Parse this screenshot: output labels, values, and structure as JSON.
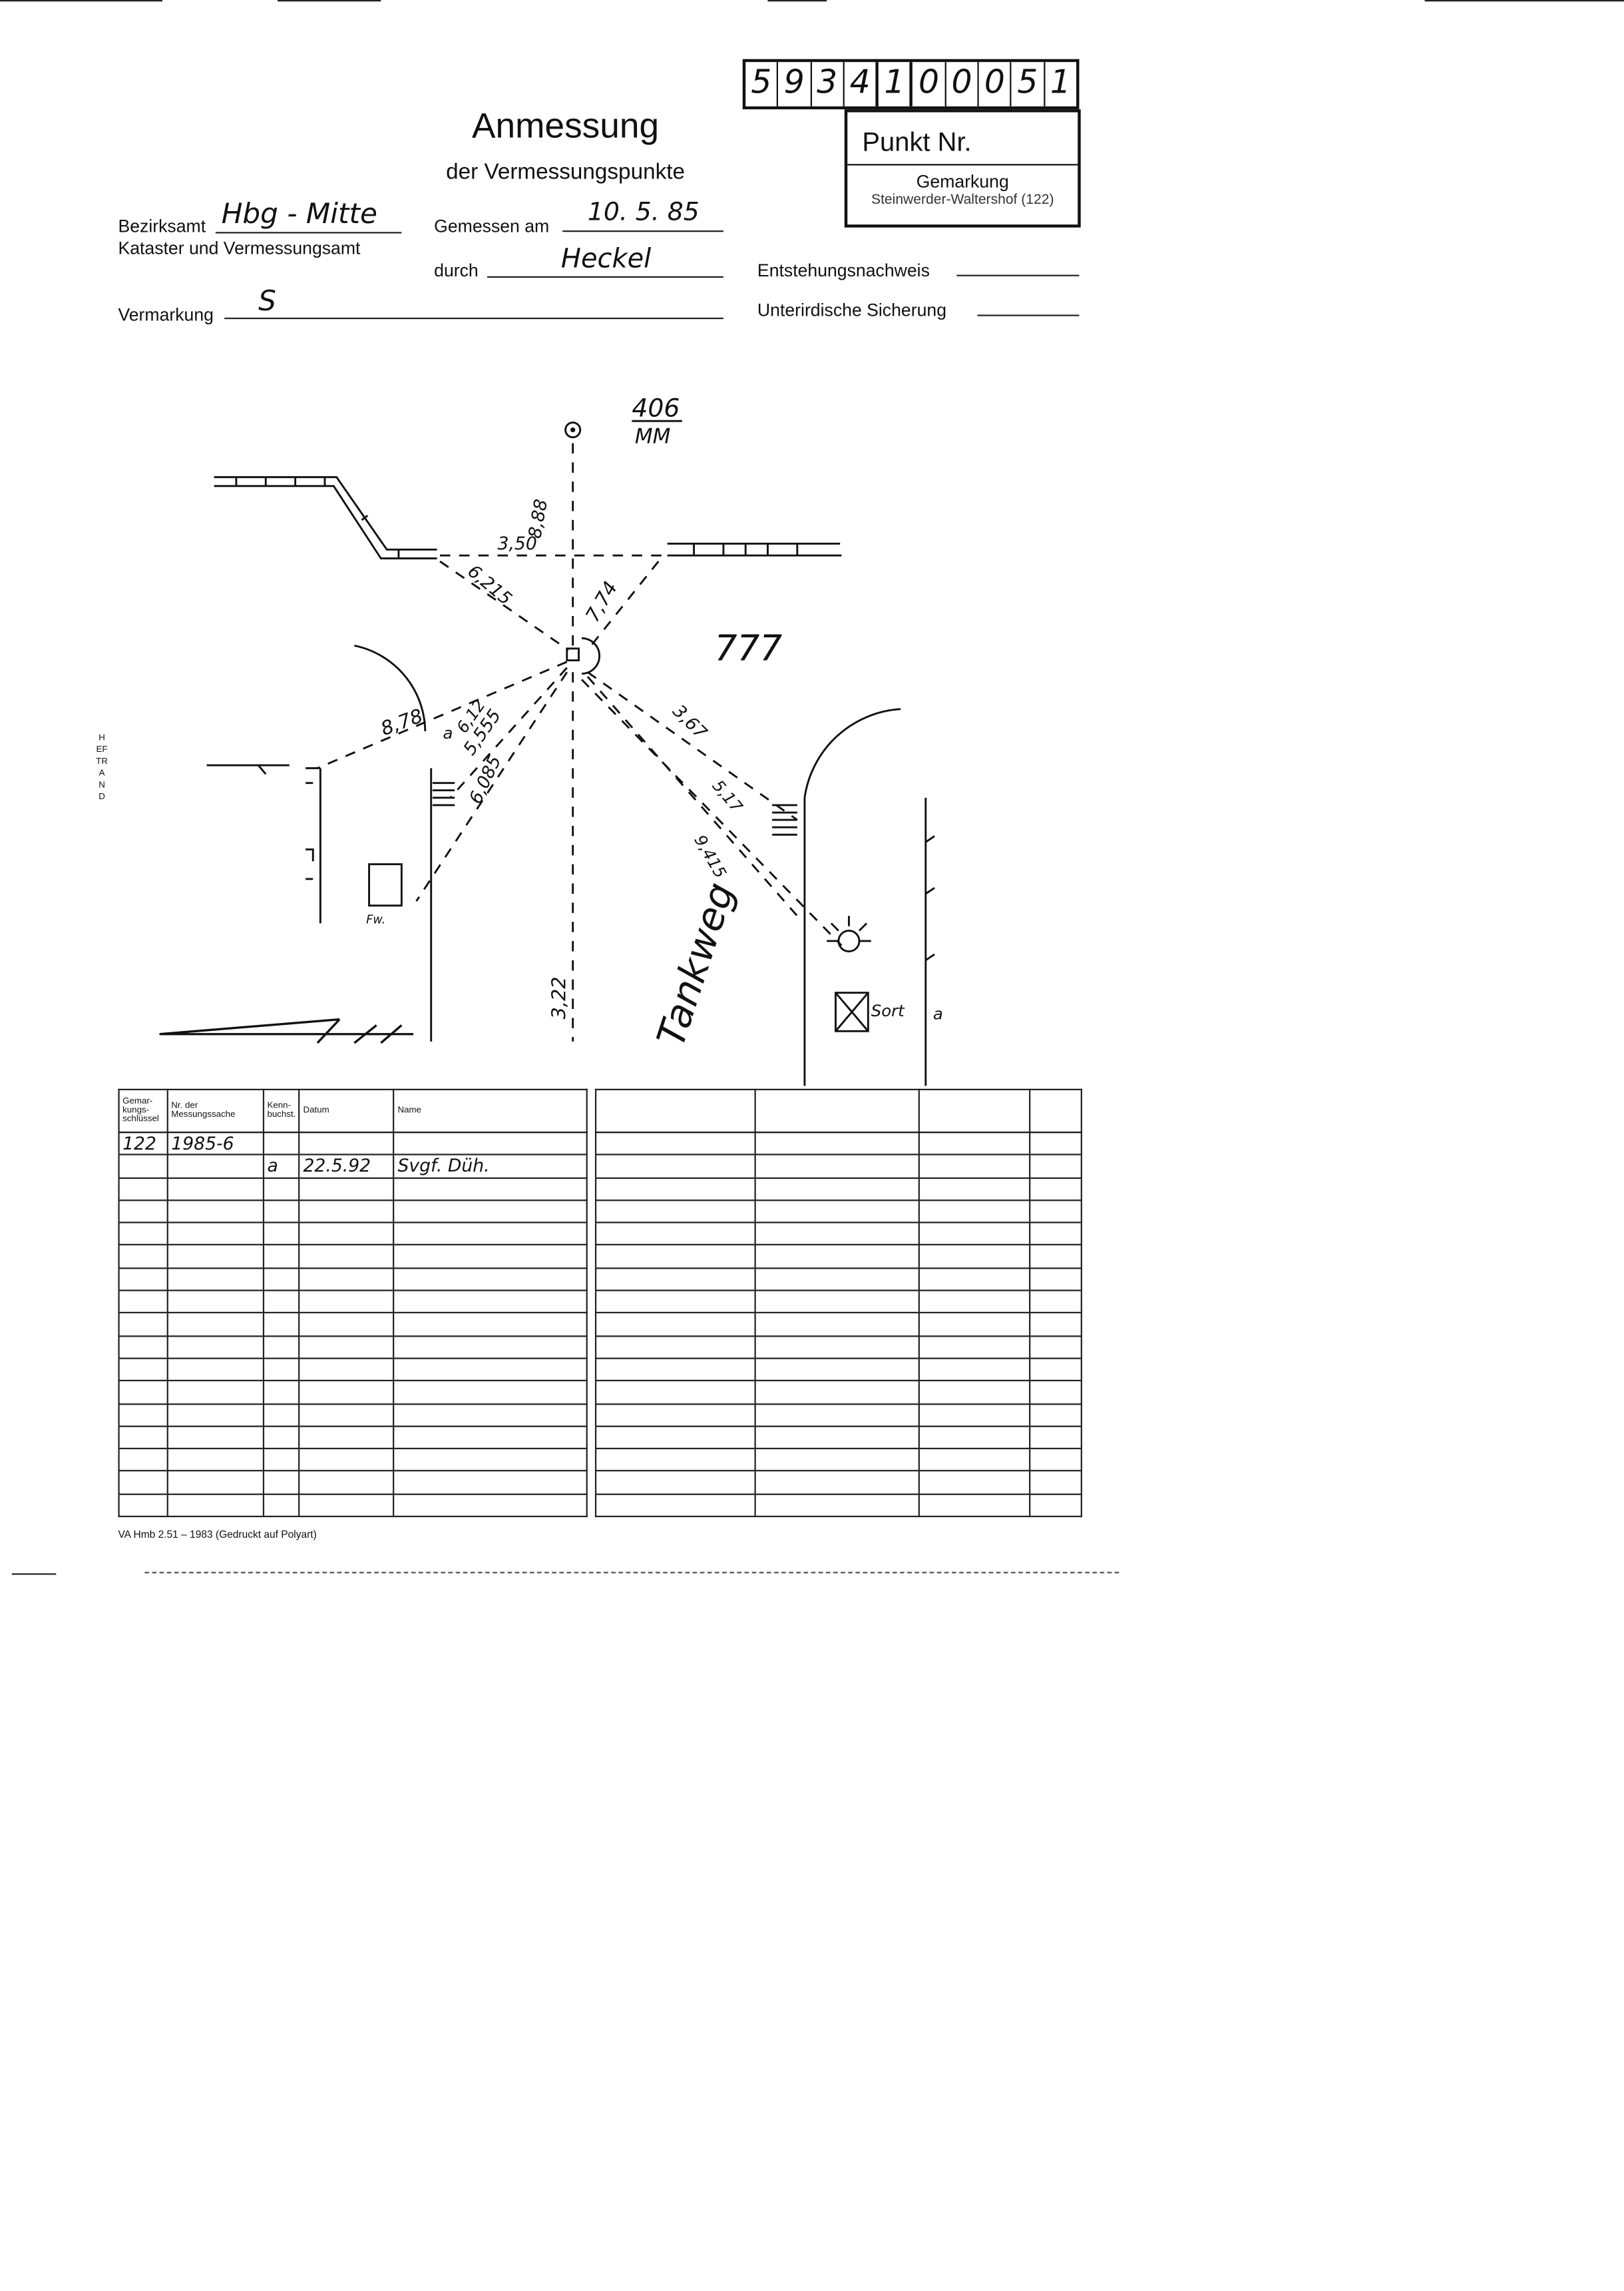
{
  "header": {
    "point_number_digits": [
      "5",
      "9",
      "3",
      "4",
      "1",
      "0",
      "0",
      "0",
      "5",
      "1"
    ],
    "punkt_label": "Punkt Nr.",
    "gemarkung_label": "Gemarkung",
    "gemarkung_value": "Steinwerder-Waltershof (122)",
    "title": "Anmessung",
    "subtitle": "der Vermessungspunkte"
  },
  "form": {
    "bezirksamt_label": "Bezirksamt",
    "bezirksamt_value": "Hbg - Mitte",
    "kataster_label": "Kataster und Vermessungsamt",
    "gemessen_label": "Gemessen am",
    "gemessen_value": "10. 5. 85",
    "durch_label": "durch",
    "durch_value": "Heckel",
    "vermarkung_label": "Vermarkung",
    "vermarkung_value": "S",
    "entstehung_label": "Entstehungsnachweis",
    "sicherung_label": "Unterirdische Sicherung"
  },
  "margin_label": "HEFTRAND",
  "sketch": {
    "top_point_number": "406",
    "top_point_code": "MM",
    "parcel_number": "777",
    "street_name": "Tankweg",
    "measurements": [
      "3,50",
      "8,88",
      "6,215",
      "7,74",
      "8,78",
      "6,12",
      "5,555",
      "6,085",
      "3,67",
      "5,17",
      "9,415",
      "3,22"
    ],
    "mark_a": "a",
    "fw_label": "Fw.",
    "sort_label": "Sort",
    "right_a": "a"
  },
  "record_table": {
    "headers": [
      "Gemar-kungs-schlüssel",
      "Nr. der Messungssache",
      "Kenn-buchst.",
      "Datum",
      "Name"
    ],
    "rows": [
      [
        "122",
        "1985-6",
        "",
        "",
        ""
      ],
      [
        "",
        "",
        "a",
        "22.5.92",
        "Svgf. Düh."
      ]
    ],
    "empty_rows": 15
  },
  "footer": "VA Hmb 2.51 – 1983 (Gedruckt auf Polyart)"
}
